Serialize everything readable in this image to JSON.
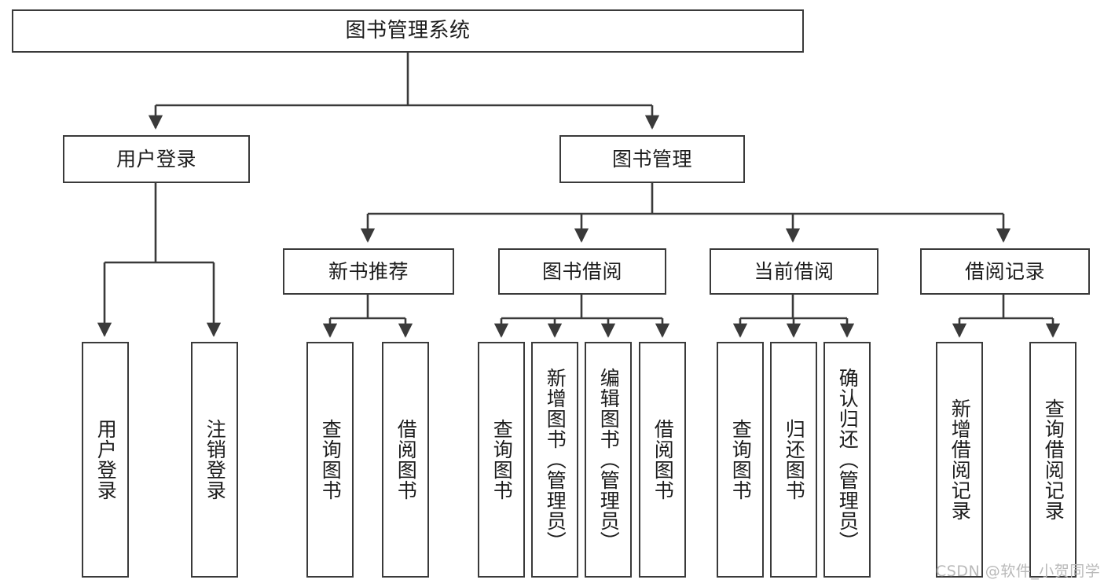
{
  "diagram": {
    "title": "图书管理系统",
    "type": "tree-hierarchy",
    "stroke_color": "#3a3a3a",
    "background_color": "#ffffff",
    "text_color": "#1c1c1c"
  },
  "root": {
    "label": "图书管理系统"
  },
  "level2": [
    {
      "label": "用户登录"
    },
    {
      "label": "图书管理"
    }
  ],
  "level3": [
    {
      "label": "新书推荐"
    },
    {
      "label": "图书借阅"
    },
    {
      "label": "当前借阅"
    },
    {
      "label": "借阅记录"
    }
  ],
  "leaves": {
    "user_login": [
      {
        "label": "用户登录"
      },
      {
        "label": "注销登录"
      }
    ],
    "new_book_recommend": [
      {
        "label": "查询图书"
      },
      {
        "label": "借阅图书"
      }
    ],
    "book_borrow": [
      {
        "label": "查询图书"
      },
      {
        "label": "新增图书（管理员）"
      },
      {
        "label": "编辑图书（管理员）"
      },
      {
        "label": "借阅图书"
      }
    ],
    "current_borrow": [
      {
        "label": "查询图书"
      },
      {
        "label": "归还图书"
      },
      {
        "label": "确认归还（管理员）"
      }
    ],
    "borrow_record": [
      {
        "label": "新增借阅记录"
      },
      {
        "label": "查询借阅记录"
      }
    ]
  },
  "watermark": {
    "text": "CSDN @软件_小贺同学"
  }
}
